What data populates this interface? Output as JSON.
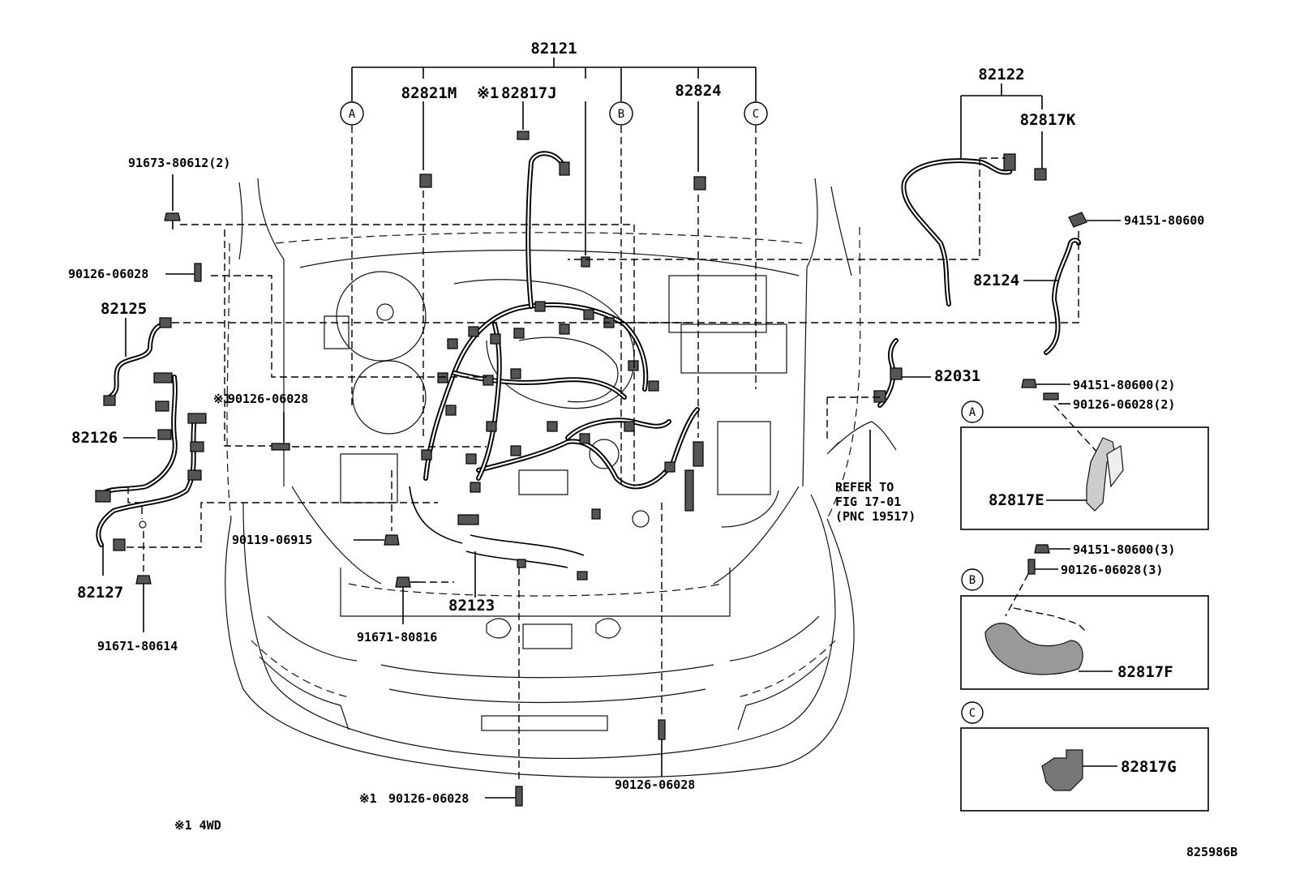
{
  "labels": {
    "main_harness": "82121",
    "rear_harness": "82122",
    "sub_82821m": "82821M",
    "sub_82817j_note": "※1",
    "sub_82817j": "82817J",
    "sub_82824": "82824",
    "sub_82817k": "82817K",
    "p_91673": "91673-80612(2)",
    "p_94151_top": "94151-80600",
    "p_90126_left": "90126-06028",
    "p_82124": "82124",
    "p_82125": "82125",
    "p_82031": "82031",
    "p_90126_mid_note": "※1",
    "p_90126_mid": "90126-06028",
    "p_82126": "82126",
    "refer_1": "REFER TO",
    "refer_2": "FIG 17-01",
    "refer_3": "(PNC 19517)",
    "p_90119": "90119-06915",
    "p_82127": "82127",
    "p_82123": "82123",
    "p_91671_816": "91671-80816",
    "p_91671_614": "91671-80614",
    "p_90126_bottom_right": "90126-06028",
    "p_90126_bottom_note": "※1",
    "p_90126_bottom": "90126-06028",
    "footnote": "※1 4WD",
    "figure_code": "825986B"
  },
  "callouts": {
    "a": "A",
    "b": "B",
    "c": "C"
  },
  "detail_a": {
    "nut": "94151-80600(2)",
    "stud": "90126-06028(2)",
    "part": "82817E"
  },
  "detail_b": {
    "nut": "94151-80600(3)",
    "stud": "90126-06028(3)",
    "part": "82817F"
  },
  "detail_c": {
    "part": "82817G"
  }
}
